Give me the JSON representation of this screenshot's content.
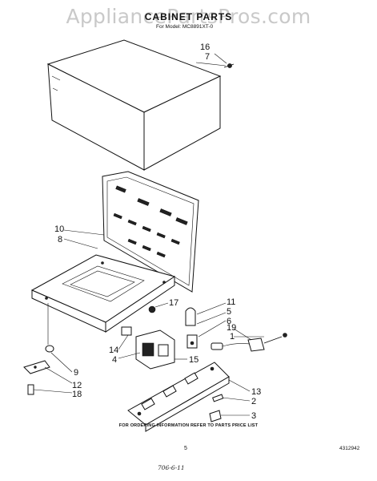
{
  "watermark": "AppliancePartsPros.com",
  "header": {
    "title": "CABINET PARTS",
    "model_line": "For Model: MC8891XT-0"
  },
  "callouts": {
    "c16": "16",
    "c7": "7",
    "c10": "10",
    "c8": "8",
    "c17": "17",
    "c11": "11",
    "c5": "5",
    "c6": "6",
    "c19": "19",
    "c1": "1",
    "c14": "14",
    "c4": "4",
    "c15": "15",
    "c9": "9",
    "c12": "12",
    "c18": "18",
    "c13": "13",
    "c2": "2",
    "c3": "3"
  },
  "footer": {
    "ordering_note": "FOR ORDERING INFORMATION REFER TO PARTS PRICE LIST",
    "page_number": "5",
    "part_number": "4312942",
    "handwritten_date": "706-6-11"
  }
}
